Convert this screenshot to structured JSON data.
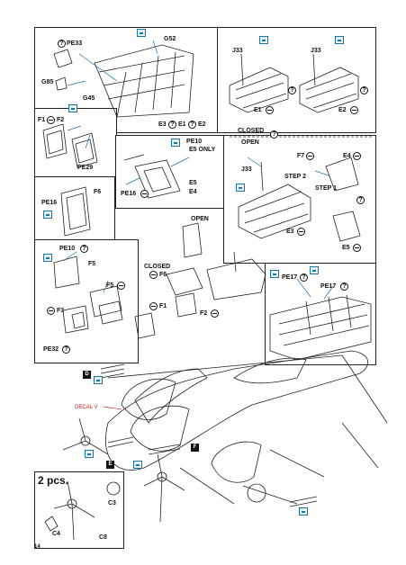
{
  "page_number": "14",
  "quantity_note": "2 pcs.",
  "decal_note": "DECAL V",
  "states": {
    "closed_top": "CLOSED",
    "open_top": "OPEN",
    "open_mid": "OPEN",
    "closed_mid": "CLOSED"
  },
  "steps": {
    "step1": "STEP 1",
    "step2": "STEP 2"
  },
  "note_e5_only": "E5 ONLY",
  "parts": {
    "pe33": "PE33",
    "g52": "G52",
    "g85": "G85",
    "g45": "G45",
    "e3_top": "E3",
    "e1_top": "E1",
    "e2_top": "E2",
    "j33_a": "J33",
    "j33_b": "J33",
    "e1_r": "E1",
    "e2_r": "E2",
    "f1": "F1",
    "f2": "F2",
    "pe29": "PE29",
    "pe10_top": "PE10",
    "e5_mid": "E5",
    "e4_mid": "E4",
    "pe16_mid": "PE16",
    "f7": "F7",
    "e4_r": "E4",
    "j33_c": "J33",
    "e3_r": "E3",
    "e5_r": "E5",
    "pe16_l": "PE16",
    "f6_l": "F6",
    "pe10_l": "PE10",
    "f5_a": "F5",
    "f5_b": "F5",
    "f3": "F3",
    "pe32": "PE32",
    "f6_mid": "F6",
    "f1_mid": "F1",
    "f2_mid": "F2",
    "pe17_a": "PE17",
    "pe17_b": "PE17",
    "c3": "C3",
    "c4": "C4",
    "c8": "C8"
  },
  "callouts": {
    "d": "D",
    "e": "E",
    "f": "F"
  }
}
